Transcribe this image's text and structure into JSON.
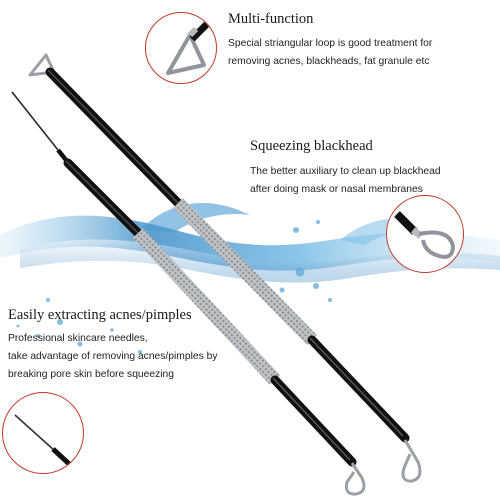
{
  "sections": [
    {
      "heading": "Multi-function",
      "lines": [
        "Special striangular loop is good treatment for",
        "removing acnes, blackheads, fat granule etc"
      ]
    },
    {
      "heading": "Squeezing blackhead",
      "lines": [
        "The better auxiliary to clean up blackhead",
        "after doing mask or nasal membranes"
      ]
    },
    {
      "heading": "Easily extracting acnes/pimples",
      "lines": [
        "Professional skincare needles,",
        "take advantage of removing acnes/pimples by",
        "breaking pore skin before squeezing"
      ]
    }
  ],
  "colors": {
    "callout_border": "#c0392b",
    "water_blue": "#5aa9d6",
    "steel": "#b8bcc2",
    "black_coating": "#111111"
  },
  "icons": [
    "triangle-loop-icon",
    "round-loop-icon",
    "needle-tip-icon"
  ]
}
